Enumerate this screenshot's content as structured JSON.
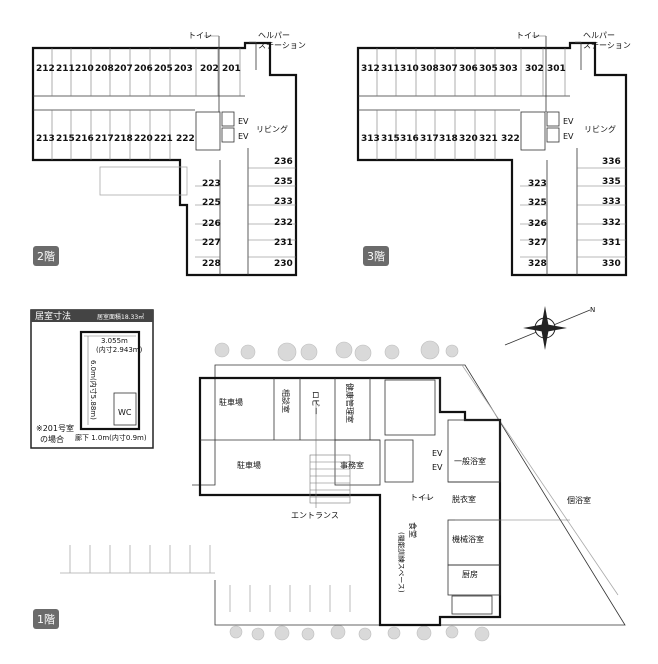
{
  "floor2": {
    "badge": "2階",
    "rooms_top": [
      "212",
      "211",
      "210",
      "208",
      "207",
      "206",
      "205",
      "203",
      "202",
      "201"
    ],
    "rooms_bottom": [
      "213",
      "215",
      "216",
      "217",
      "218",
      "220",
      "221",
      "222"
    ],
    "rooms_left_col": [
      "223",
      "225",
      "226",
      "227",
      "228"
    ],
    "rooms_right_col": [
      "236",
      "235",
      "233",
      "232",
      "231",
      "230"
    ],
    "toilet": "トイレ",
    "helper_station_line1": "ヘルパー",
    "helper_station_line2": "ステーション",
    "ev": "EV",
    "living": "リビング"
  },
  "floor3": {
    "badge": "3階",
    "rooms_top": [
      "312",
      "311",
      "310",
      "308",
      "307",
      "306",
      "305",
      "303",
      "302",
      "301"
    ],
    "rooms_bottom": [
      "313",
      "315",
      "316",
      "317",
      "318",
      "320",
      "321",
      "322"
    ],
    "rooms_left_col": [
      "323",
      "325",
      "326",
      "327",
      "328"
    ],
    "rooms_right_col": [
      "336",
      "335",
      "333",
      "332",
      "331",
      "330"
    ],
    "toilet": "トイレ",
    "helper_station_line1": "ヘルパー",
    "helper_station_line2": "ステーション",
    "ev": "EV",
    "living": "リビング"
  },
  "room_dims": {
    "title": "居室寸法",
    "area": "居室面積18.33㎡",
    "width_line1": "3.055m",
    "width_line2": "(内寸2.943m)",
    "depth": "6.0m(内寸5.88m)",
    "wc": "WC",
    "note_line1": "※201号室",
    "note_line2": "の場合",
    "corridor": "廊下 1.0m(内寸0.9m)"
  },
  "floor1": {
    "badge": "1階",
    "parking1": "駐車場",
    "parking2": "駐車場",
    "consult": "相談室",
    "lobby": "ロビー",
    "health": "健康管理室",
    "office": "事務室",
    "ev": "EV",
    "toilet": "トイレ",
    "entrance": "エントランス",
    "dining_line1": "食堂",
    "dining_line2": "(機能訓練スペース)",
    "general_bath": "一般浴室",
    "dressing": "脱衣室",
    "machine_bath": "機械浴室",
    "kitchen": "厨房",
    "private_bath": "個浴室"
  },
  "compass": {
    "north": "N"
  }
}
